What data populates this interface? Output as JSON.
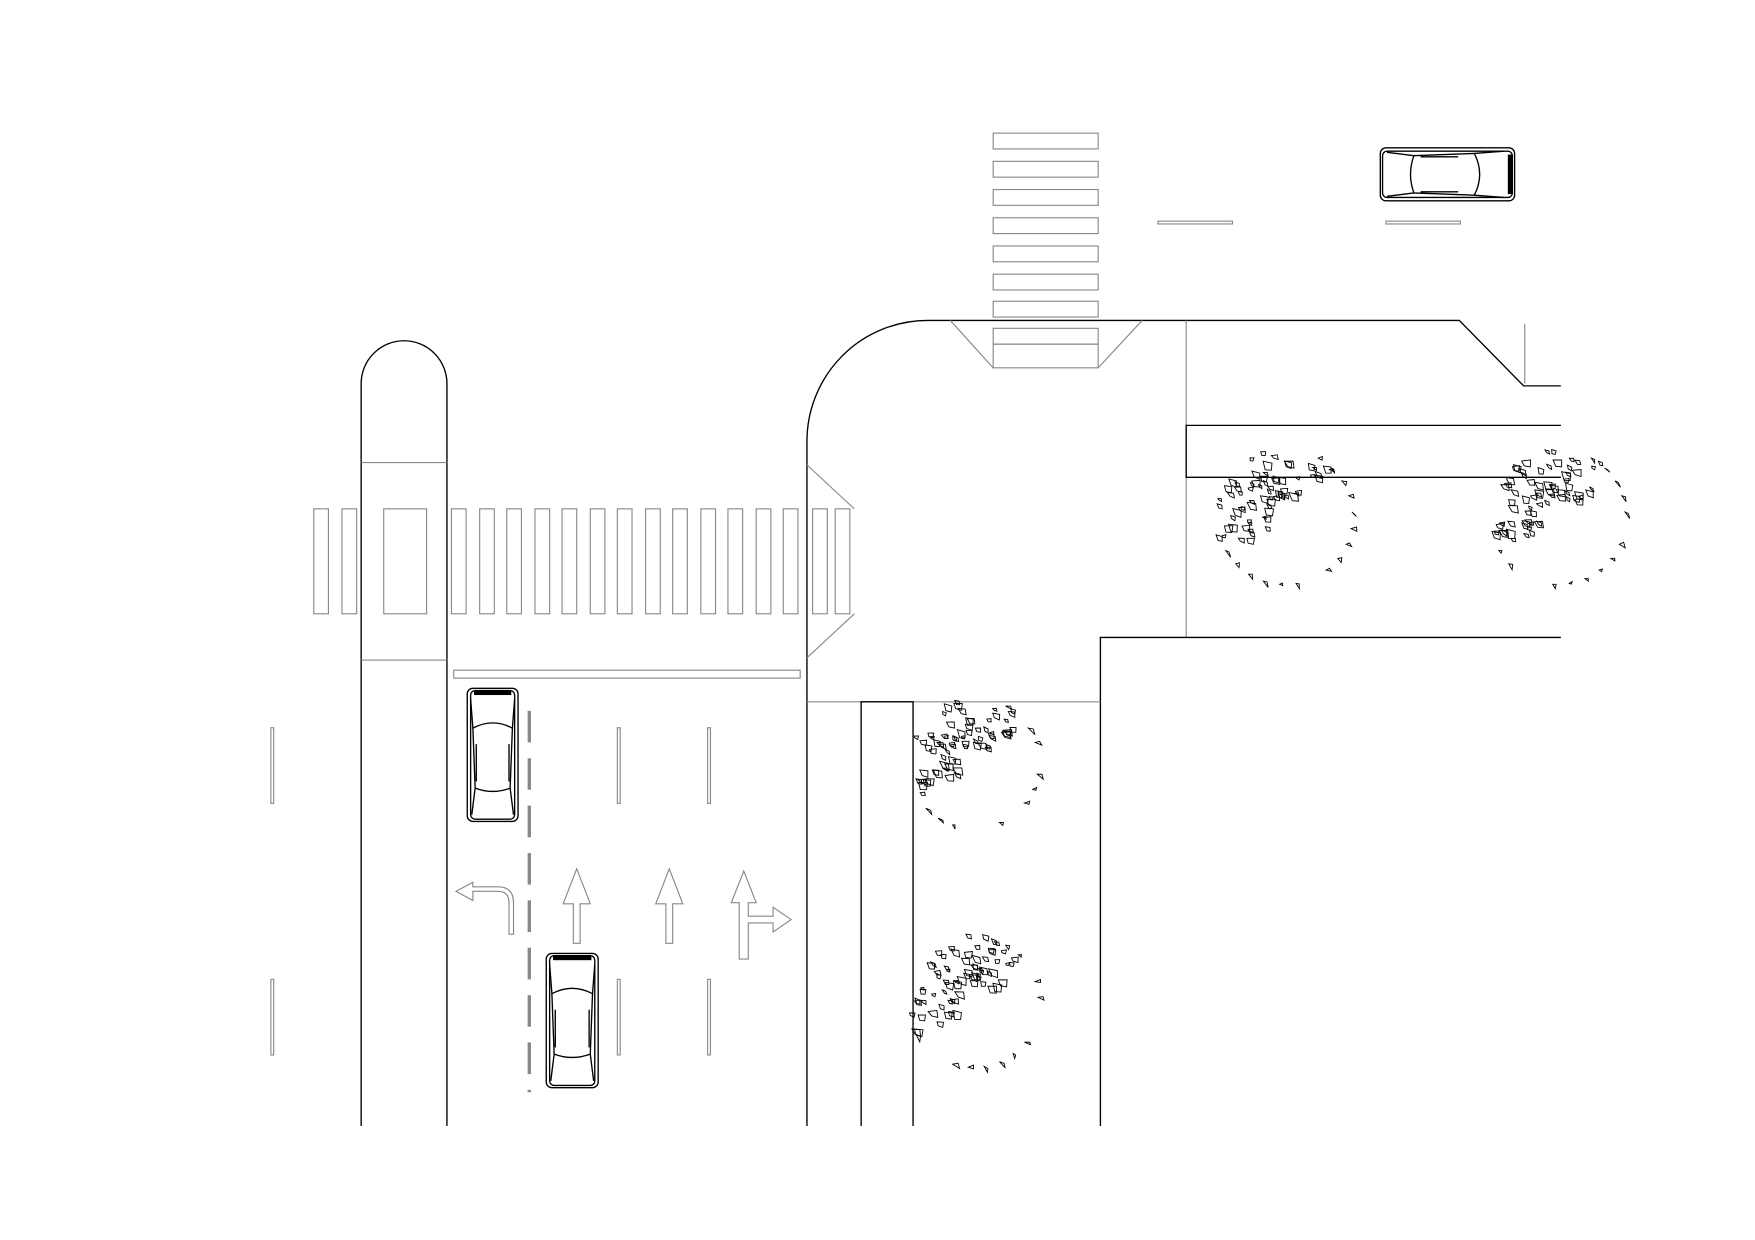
{
  "colors": {
    "line": "#000000",
    "marking": "#888888",
    "background": "#ffffff"
  },
  "drawing": {
    "cars": [
      {
        "id": "car-left-lane-1",
        "heading": "up"
      },
      {
        "id": "car-left-lane-2",
        "heading": "up"
      },
      {
        "id": "car-top-road",
        "heading": "right"
      }
    ],
    "lane_arrows": [
      "left-turn",
      "straight",
      "straight",
      "straight-right"
    ],
    "trees": 4
  }
}
